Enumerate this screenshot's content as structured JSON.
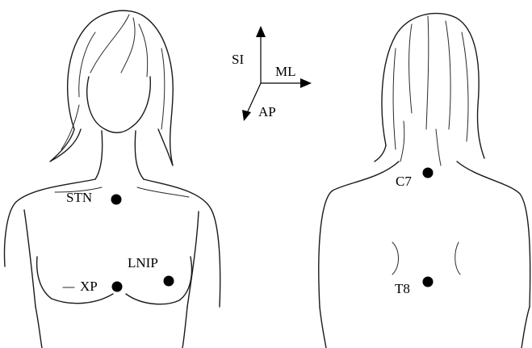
{
  "markers": {
    "stn": "STN",
    "xp": "XP",
    "lnip": "LNIP",
    "c7": "C7",
    "t8": "T8"
  },
  "axes": {
    "si": "SI",
    "ml": "ML",
    "ap": "AP"
  },
  "colors": {
    "marker": "#000000",
    "outline": "#1a1a1a"
  }
}
